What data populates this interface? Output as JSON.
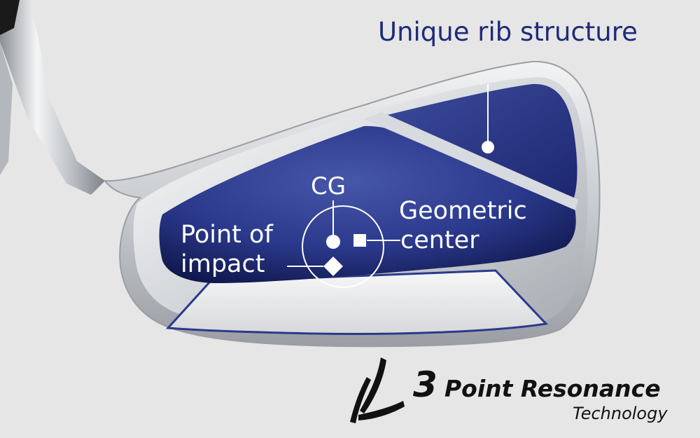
{
  "labels": {
    "rib": "Unique rib structure",
    "cg": "CG",
    "geometric_line1": "Geometric",
    "geometric_line2": "center",
    "impact_line1": "Point of",
    "impact_line2": "impact"
  },
  "brand": {
    "number": "3",
    "name": "Point Resonance",
    "subtitle": "Technology"
  },
  "colors": {
    "cavity": "#2a3a8c",
    "rib_label": "#1f2b78",
    "background": "#e6e6e6"
  }
}
